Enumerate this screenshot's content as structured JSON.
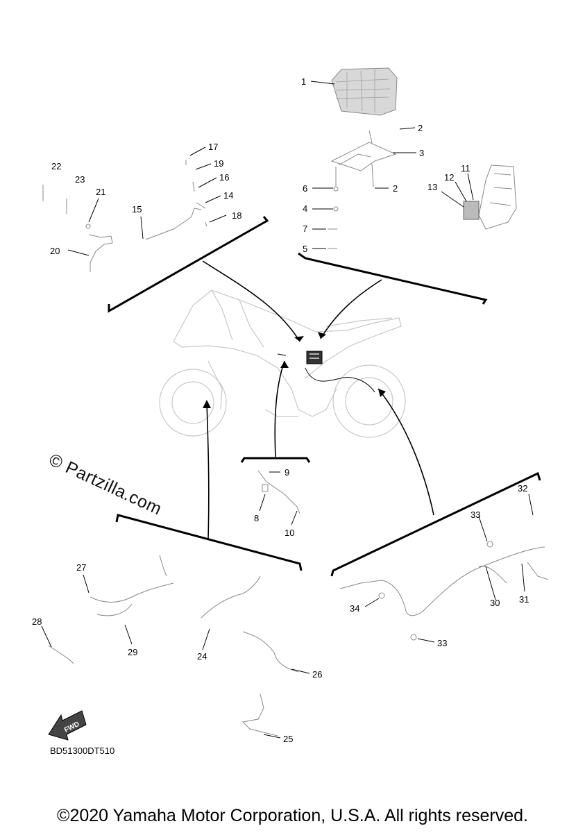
{
  "callouts": {
    "c1": "1",
    "c2a": "2",
    "c2b": "2",
    "c3": "3",
    "c4": "4",
    "c5": "5",
    "c6": "6",
    "c7": "7",
    "c8": "8",
    "c9": "9",
    "c10": "10",
    "c11": "11",
    "c12": "12",
    "c13": "13",
    "c14": "14",
    "c15": "15",
    "c16": "16",
    "c17": "17",
    "c18": "18",
    "c19": "19",
    "c20": "20",
    "c21": "21",
    "c22": "22",
    "c23": "23",
    "c24": "24",
    "c25": "25",
    "c26": "26",
    "c27": "27",
    "c28": "28",
    "c29": "29",
    "c30": "30",
    "c31": "31",
    "c32": "32",
    "c33a": "33",
    "c33b": "33",
    "c34": "34"
  },
  "fwd_label": "FWD",
  "diagram_code": "BD51300DT510",
  "watermark": "© Partzilla.com",
  "copyright": "©2020 Yamaha Motor Corporation, U.S.A. All rights reserved."
}
